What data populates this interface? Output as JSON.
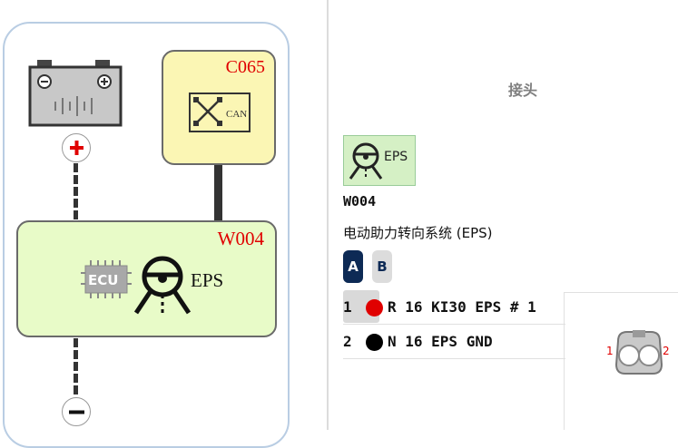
{
  "diagram": {
    "can_module": {
      "code": "C065",
      "icon_label": "CAN"
    },
    "eps_module": {
      "code": "W004",
      "ecu_label": "ECU",
      "eps_label": "EPS"
    }
  },
  "connector_panel": {
    "title": "接头",
    "icon_label": "EPS",
    "connector_code": "W004",
    "description": "电动助力转向系统 (EPS)",
    "tabs": [
      {
        "label": "A",
        "active": true
      },
      {
        "label": "B",
        "active": false
      }
    ],
    "pins": [
      {
        "num": "1",
        "color_name": "R",
        "color_hex": "#e00000",
        "text": "R 16 KI30 EPS # 1"
      },
      {
        "num": "2",
        "color_name": "N",
        "color_hex": "#000000",
        "text": "N 16 EPS GND"
      }
    ],
    "pin_labels": [
      "1",
      "2"
    ]
  },
  "colors": {
    "accent_red": "#e00000",
    "tab_active": "#0d2a55",
    "can_fill": "#fbf6b4",
    "eps_fill": "#e8fbc8"
  }
}
